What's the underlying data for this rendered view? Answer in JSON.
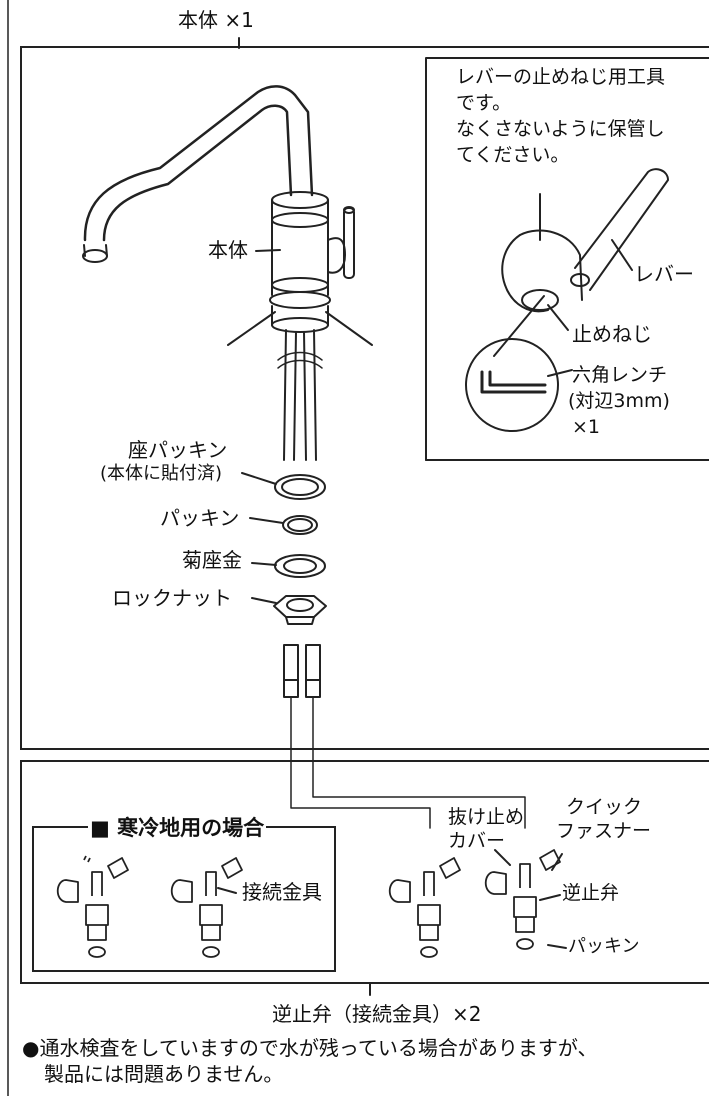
{
  "top_label": "本体 ×1",
  "main_labels": {
    "body": "本体",
    "seat_packing_1": "座パッキン",
    "seat_packing_2": "(本体に貼付済)",
    "packing": "パッキン",
    "washer": "菊座金",
    "locknut": "ロックナット"
  },
  "inset": {
    "lines": [
      "レバーの止めねじ用工具",
      "です。",
      "なくさないように保管し",
      "てください。"
    ],
    "lever": "レバー",
    "set_screw": "止めねじ",
    "wrench_1": "六角レンチ",
    "wrench_2": "(対辺3mm)",
    "wrench_3": "×1"
  },
  "cold_region": {
    "title": "■ 寒冷地用の場合",
    "fitting": "接続金具"
  },
  "valve_labels": {
    "cover_1": "抜け止め",
    "cover_2": "カバー",
    "fastener_1": "クイック",
    "fastener_2": "ファスナー",
    "check_valve": "逆止弁",
    "packing": "パッキン"
  },
  "bottom_label": "逆止弁（接続金具）×2",
  "note": {
    "line1": "●通水検査をしていますので水が残っている場合がありますが、",
    "line2": "製品には問題ありません。"
  }
}
